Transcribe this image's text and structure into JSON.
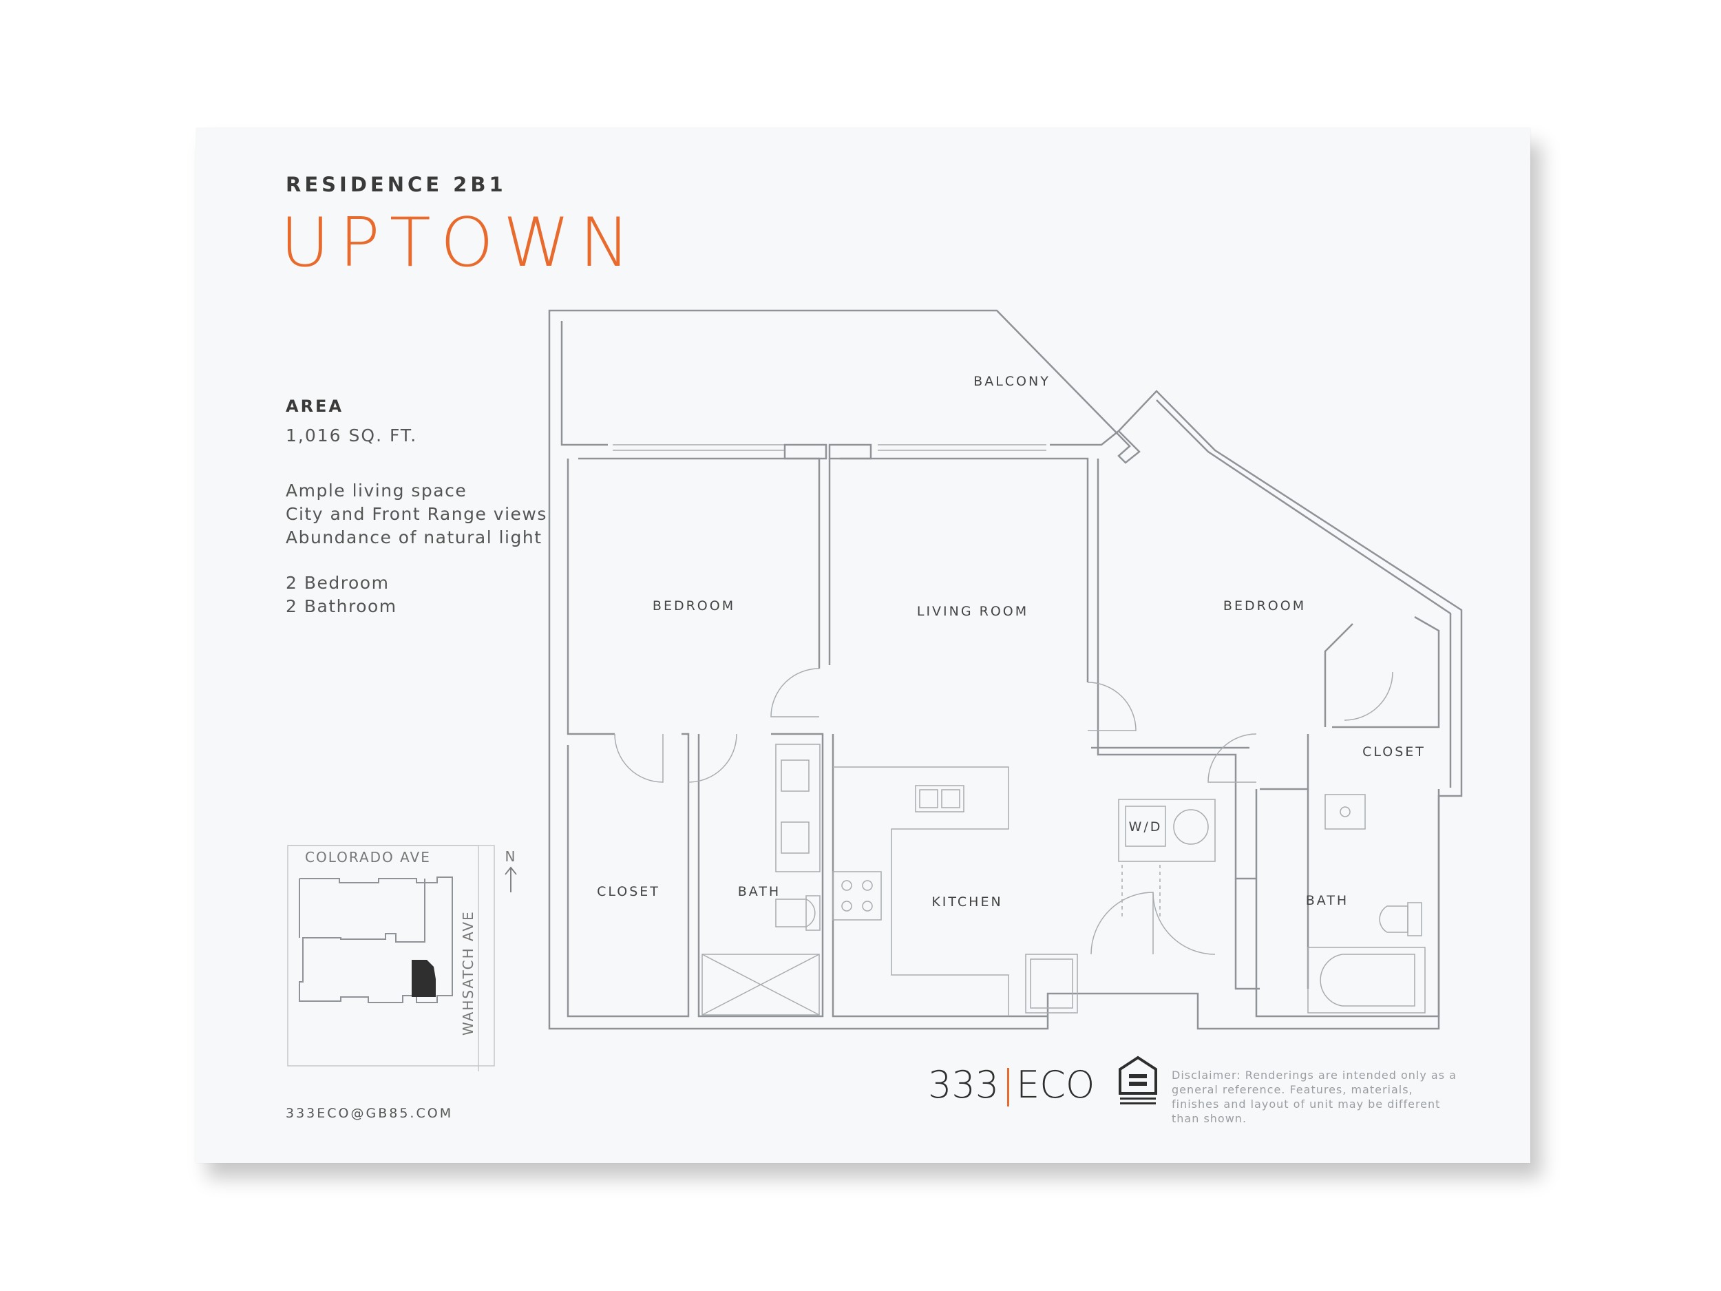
{
  "residence": "RESIDENCE 2B1",
  "name": "UPTOWN",
  "area": {
    "label": "AREA",
    "value": "1,016 SQ. FT."
  },
  "features": [
    "Ample living space",
    "City and Front Range views",
    "Abundance of natural light"
  ],
  "rooms_summary": [
    "2 Bedroom",
    "2 Bathroom"
  ],
  "plan_labels": {
    "balcony": "BALCONY",
    "bedroom_left": "BEDROOM",
    "living_room": "LIVING ROOM",
    "bedroom_right": "BEDROOM",
    "closet_right": "CLOSET",
    "closet_left": "CLOSET",
    "bath_left": "BATH",
    "kitchen": "KITCHEN",
    "washer_dryer": "W/D",
    "bath_right": "BATH"
  },
  "site_map": {
    "street_top": "COLORADO AVE",
    "street_side": "WAHSATCH AVE",
    "north": "N"
  },
  "email": "333ECO@GB85.COM",
  "logo": {
    "left": "333",
    "right": "ECO"
  },
  "disclaimer": "Disclaimer: Renderings are intended only as a general reference. Features, materials, finishes and layout of unit may be different than shown.",
  "colors": {
    "accent": "#e86a2c",
    "text": "#3a3a3a",
    "line": "#8f9397",
    "card": "#f7f8f9"
  }
}
